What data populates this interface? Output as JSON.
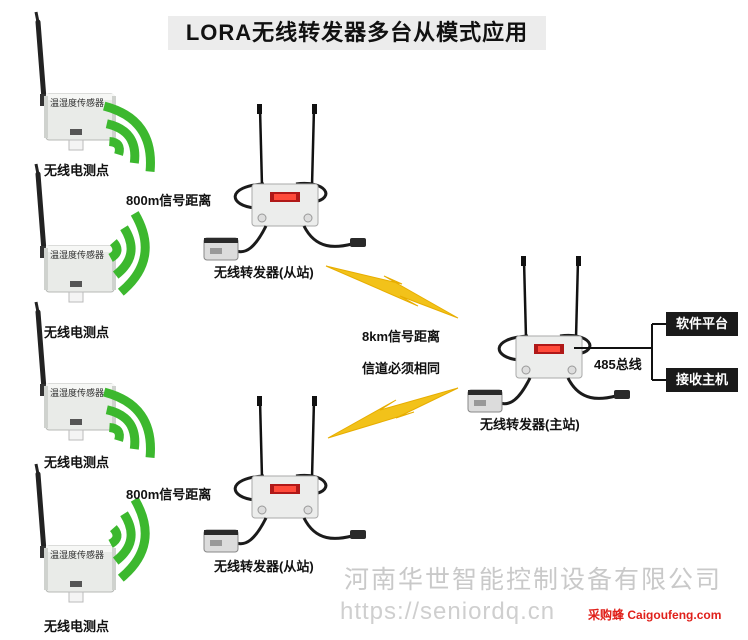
{
  "title": "LORA无线转发器多台从模式应用",
  "sensor_plate": "温湿度传感器",
  "sensor_label": "无线电测点",
  "signal_short": "800m信号距离",
  "slave_label": "无线转发器(从站)",
  "signal_long": "8km信号距离",
  "channel_note": "信道必须相同",
  "master_label": "无线转发器(主站)",
  "bus_label": "485总线",
  "outputs": [
    "软件平台",
    "接收主机"
  ],
  "watermark_company": "河南华世智能控制设备有限公司",
  "watermark_url": "https://seniordq.cn",
  "brand_cn": "采购蜂",
  "brand_en": "Caigoufeng.com",
  "colors": {
    "wave": "#3cb82e",
    "bolt": "#f2c21a",
    "dark_box": "#1a1a1a"
  }
}
